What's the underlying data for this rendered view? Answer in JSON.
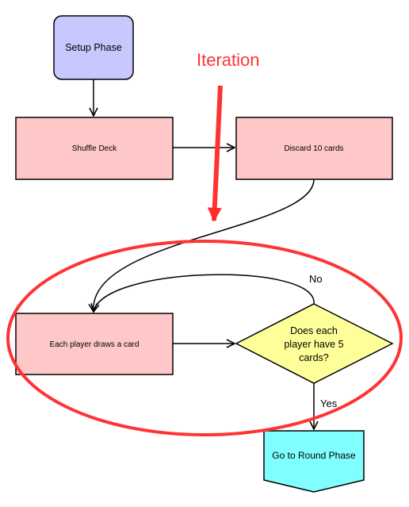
{
  "nodes": {
    "setup": {
      "label": "Setup Phase",
      "fill": "#c8c8ff"
    },
    "shuffle": {
      "label": "Shuffle Deck",
      "fill": "#ffc8c8"
    },
    "discard": {
      "label": "Discard 10 cards",
      "fill": "#ffc8c8"
    },
    "draw": {
      "label": "Each player draws a card",
      "fill": "#ffc8c8"
    },
    "decision": {
      "lines": [
        "Does each",
        "player have 5",
        "cards?"
      ],
      "fill": "#ffff99"
    },
    "round": {
      "label": "Go to Round Phase",
      "fill": "#7fffff"
    }
  },
  "edges": {
    "no_label": "No",
    "yes_label": "Yes"
  },
  "annotation": {
    "label": "Iteration",
    "color": "#ff3333"
  }
}
